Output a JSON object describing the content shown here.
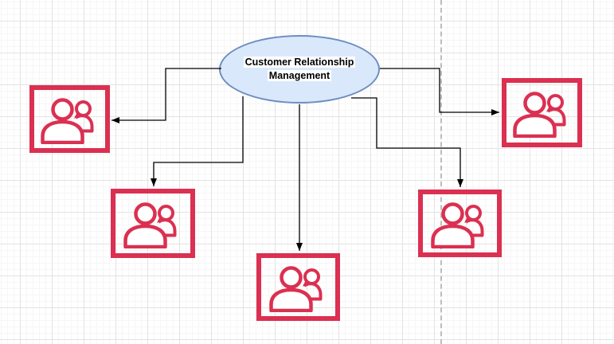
{
  "theme": {
    "node_red": "#db3051",
    "ellipse_fill": "#dae8fc",
    "ellipse_stroke": "#6c8ebf",
    "connector_color": "#000000",
    "label_background": "#ffffff",
    "page_divider_color": "#bcbcbc",
    "grid_minor_color": "#f6f6f6",
    "grid_major_color": "#e3e3e3",
    "canvas_background": "#ffffff"
  },
  "diagram": {
    "central_node": {
      "shape": "ellipse",
      "label": "Customer Relationship Management"
    },
    "user_group_nodes": [
      {
        "id": "top-left",
        "icon": "users-icon"
      },
      {
        "id": "mid-left",
        "icon": "users-icon"
      },
      {
        "id": "bottom-center",
        "icon": "users-icon"
      },
      {
        "id": "mid-right",
        "icon": "users-icon"
      },
      {
        "id": "top-right",
        "icon": "users-icon"
      }
    ],
    "connectors": [
      {
        "from": "central-node",
        "to": "top-left",
        "style": "orthogonal-arrow"
      },
      {
        "from": "central-node",
        "to": "mid-left",
        "style": "orthogonal-arrow"
      },
      {
        "from": "central-node",
        "to": "bottom-center",
        "style": "straight-arrow"
      },
      {
        "from": "central-node",
        "to": "mid-right",
        "style": "orthogonal-arrow"
      },
      {
        "from": "central-node",
        "to": "top-right",
        "style": "orthogonal-arrow"
      }
    ],
    "page_divider": {
      "style": "dashed-vertical"
    }
  }
}
